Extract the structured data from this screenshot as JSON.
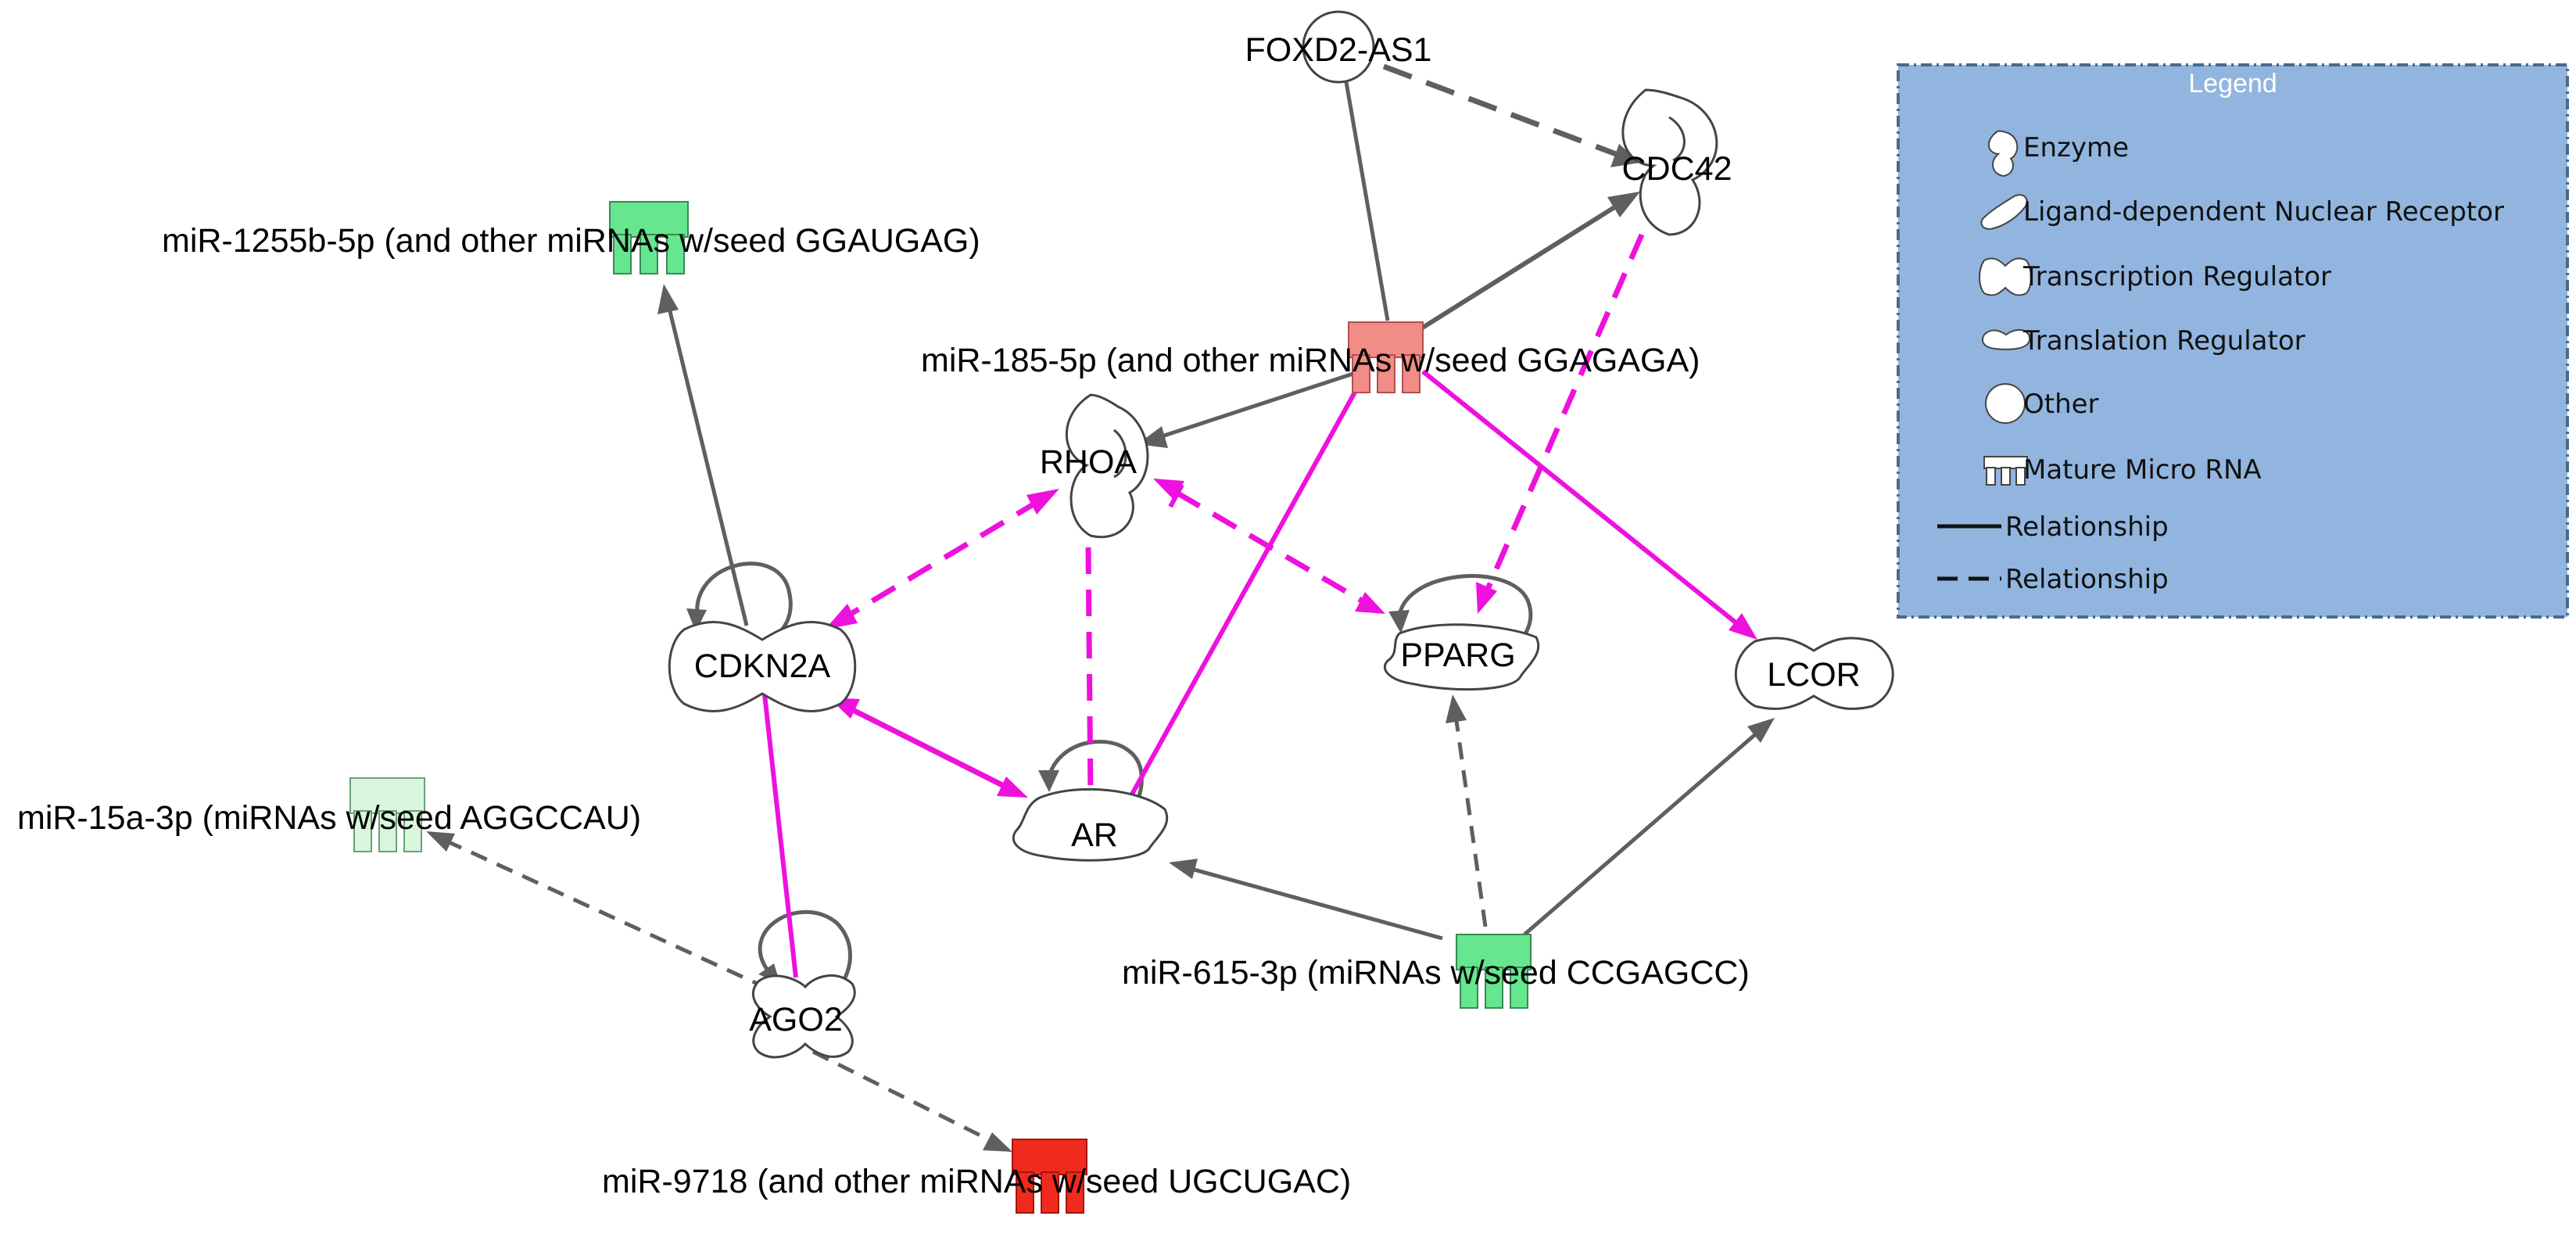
{
  "colors": {
    "edge_gray": "#5f5f5f",
    "edge_magenta": "#ee11dd",
    "legend_bg": "#91b5df",
    "legend_border": "#4a6a8c",
    "mirna_green": "#66e68f",
    "mirna_light_green": "#d8f7dc",
    "mirna_salmon": "#f28c87",
    "mirna_red": "#f02a1c"
  },
  "nodes": {
    "foxd2as1": {
      "label": "FOXD2-AS1",
      "icon": "other-circle"
    },
    "cdc42": {
      "label": "CDC42",
      "icon": "enzyme-shape"
    },
    "mir1255b": {
      "label": "miR-1255b-5p (and other miRNAs w/seed GGAUGAG)",
      "icon": "mature-micro-rna"
    },
    "mir185": {
      "label": "miR-185-5p (and other miRNAs w/seed GGAGAGA)",
      "icon": "mature-micro-rna"
    },
    "rhoa": {
      "label": "RHOA",
      "icon": "enzyme-shape"
    },
    "cdkn2a": {
      "label": "CDKN2A",
      "icon": "transcription-regulator-shape"
    },
    "pparg": {
      "label": "PPARG",
      "icon": "ligand-receptor-shape"
    },
    "lcor": {
      "label": "LCOR",
      "icon": "transcription-regulator-shape"
    },
    "ar": {
      "label": "AR",
      "icon": "ligand-receptor-shape"
    },
    "mir15a": {
      "label": "miR-15a-3p (miRNAs w/seed AGGCCAU)",
      "icon": "mature-micro-rna"
    },
    "mir615": {
      "label": "miR-615-3p (miRNAs w/seed CCGAGCC)",
      "icon": "mature-micro-rna"
    },
    "ago2": {
      "label": "AGO2",
      "icon": "translation-regulator-shape"
    },
    "mir9718": {
      "label": "miR-9718 (and other miRNAs w/seed UGCUGAC)",
      "icon": "mature-micro-rna"
    }
  },
  "legend": {
    "title": "Legend",
    "items": [
      {
        "label": "Enzyme",
        "icon": "enzyme-icon"
      },
      {
        "label": "Ligand-dependent Nuclear Receptor",
        "icon": "ligand-receptor-icon"
      },
      {
        "label": "Transcription Regulator",
        "icon": "transcription-regulator-icon"
      },
      {
        "label": "Translation Regulator",
        "icon": "translation-regulator-icon"
      },
      {
        "label": "Other",
        "icon": "other-circle-icon"
      },
      {
        "label": "Mature Micro RNA",
        "icon": "mature-micro-rna-icon"
      },
      {
        "label": "Relationship",
        "icon": "solid-line-icon"
      },
      {
        "label": "Relationship",
        "icon": "dashed-line-icon"
      }
    ]
  }
}
